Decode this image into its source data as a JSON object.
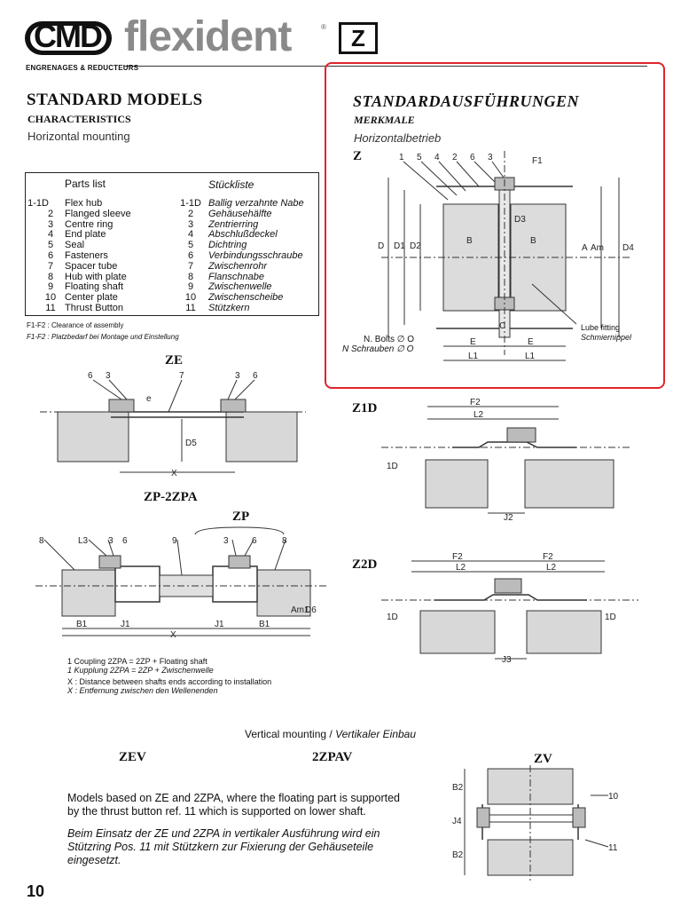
{
  "header": {
    "logo": "CMD",
    "brand": "flexident",
    "registered": "®",
    "model_letter": "Z",
    "tagline": "ENGRENAGES & REDUCTEURS"
  },
  "left_heading": {
    "title": "STANDARD MODELS",
    "subtitle": "CHARACTERISTICS",
    "mounting": "Horizontal mounting"
  },
  "right_heading": {
    "title": "STANDARDAUSFÜHRUNGEN",
    "subtitle": "MERKMALE",
    "mounting": "Horizontalbetrieb"
  },
  "parts_list": {
    "header_en": "Parts list",
    "header_de": "Stückliste",
    "rows": [
      {
        "no": "1-1D",
        "en": "Flex hub",
        "de": "Ballig verzahnte Nabe"
      },
      {
        "no": "2",
        "en": "Flanged sleeve",
        "de": "Gehäusehälfte"
      },
      {
        "no": "3",
        "en": "Centre ring",
        "de": "Zentrierring"
      },
      {
        "no": "4",
        "en": "End plate",
        "de": "Abschlußdeckel"
      },
      {
        "no": "5",
        "en": "Seal",
        "de": "Dichtring"
      },
      {
        "no": "6",
        "en": "Fasteners",
        "de": "Verbindungsschraube"
      },
      {
        "no": "7",
        "en": "Spacer tube",
        "de": "Zwischenrohr"
      },
      {
        "no": "8",
        "en": "Hub with plate",
        "de": "Flanschnabe"
      },
      {
        "no": "9",
        "en": "Floating shaft",
        "de": "Zwischenwelle"
      },
      {
        "no": "10",
        "en": "Center plate",
        "de": "Zwischenscheibe"
      },
      {
        "no": "11",
        "en": "Thrust Button",
        "de": "Stützkern"
      }
    ]
  },
  "clearance_notes": {
    "en": "F1-F2 : Clearance of assembly",
    "de": "F1-F2 : Platzbedarf bei Montage und Einstellung"
  },
  "diagrams": {
    "z": {
      "title": "Z",
      "callouts": [
        "1",
        "5",
        "4",
        "2",
        "6",
        "3"
      ],
      "dims": [
        "F1",
        "D3",
        "B",
        "B",
        "D",
        "D1",
        "D2",
        "A",
        "Am",
        "D4",
        "C",
        "E",
        "E",
        "L1",
        "L1"
      ],
      "lube_en": "Lube fitting",
      "lube_de": "Schmiernippel",
      "bolts_en": "N. Bolts ∅ O",
      "bolts_de": "N Schrauben ∅ O"
    },
    "ze": {
      "title": "ZE",
      "callouts": [
        "6",
        "3",
        "7",
        "3",
        "6"
      ],
      "dims": [
        "e",
        "D5",
        "X"
      ]
    },
    "z1d": {
      "title": "Z1D",
      "dims": [
        "F2",
        "L2",
        "J2"
      ],
      "part": "1D"
    },
    "zp2zpa": {
      "title": "ZP-2ZPA",
      "brace": "ZP",
      "callouts": [
        "8",
        "3",
        "6",
        "9",
        "3",
        "6",
        "8"
      ],
      "dims": [
        "L3",
        "B1",
        "J1",
        "X",
        "J1",
        "B1",
        "Am1",
        "D6"
      ]
    },
    "z2d": {
      "title": "Z2D",
      "dims": [
        "F2",
        "L2",
        "F2",
        "L2",
        "J3"
      ],
      "part_left": "1D",
      "part_right": "1D"
    },
    "zv": {
      "title": "ZV",
      "dims": [
        "B2",
        "J4",
        "B2"
      ],
      "callouts": [
        "10",
        "11"
      ]
    }
  },
  "coupling_notes": {
    "line1_en": "1 Coupling 2ZPA  = 2ZP + Floating shaft",
    "line1_de": "1 Kupplung 2ZPA  = 2ZP + Zwischenwelle",
    "line2_en": "X : Distance between shafts ends according to installation",
    "line2_de": "X : Entfernung zwischen den Wellenenden"
  },
  "vertical": {
    "heading_en": "Vertical mounting",
    "sep": " / ",
    "heading_de": "Vertikaler Einbau",
    "zev": "ZEV",
    "zpav": "2ZPAV",
    "text_en": "Models based on ZE and 2ZPA, where the floating part is supported by the thrust button ref. 11 which is supported on lower shaft.",
    "text_de": "Beim Einsatz der ZE und 2ZPA in vertikaler Ausführung wird ein Stützring Pos. 11 mit Stützkern zur Fixierung der Gehäuseteile eingesetzt."
  },
  "page_number": "10",
  "colors": {
    "highlight": "#e0242b",
    "logo_gray": "#8a8a8a",
    "ink": "#111111"
  }
}
